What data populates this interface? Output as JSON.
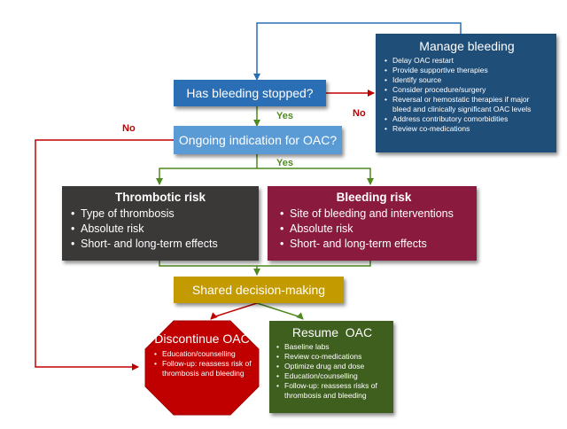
{
  "nodes": {
    "bleeding_stopped": "Has bleeding stopped?",
    "ongoing_indication": "Ongoing indication for OAC?",
    "manage_bleeding": {
      "title": "Manage bleeding",
      "items": [
        "Delay OAC restart",
        "Provide supportive therapies",
        "Identify source",
        "Consider procedure/surgery",
        "Reversal or hemostatic therapies if major bleed and clinically significant OAC levels",
        "Address contributory comorbidities",
        "Review co-medications"
      ]
    },
    "thrombotic_risk": {
      "title": "Thrombotic risk",
      "items": [
        "Type of thrombosis",
        "Absolute risk",
        "Short- and long-term effects"
      ]
    },
    "bleeding_risk": {
      "title": "Bleeding risk",
      "items": [
        "Site of bleeding and interventions",
        "Absolute risk",
        "Short- and long-term effects"
      ]
    },
    "shared_decision": "Shared decision-making",
    "discontinue": {
      "title": "Discontinue OAC",
      "items": [
        "Education/counselling",
        "Follow-up: reassess risk of thrombosis and bleeding"
      ]
    },
    "resume": {
      "title": "Resume  OAC",
      "items": [
        "Baseline labs",
        "Review co-medications",
        "Optimize drug and dose",
        "Education/counselling",
        "Follow-up: reassess risks of thrombosis and bleeding"
      ]
    }
  },
  "edge_labels": {
    "yes_1": "Yes",
    "no_right": "No",
    "yes_2": "Yes",
    "no_left": "No"
  },
  "colors": {
    "primary_blue": "#2a6eb5",
    "light_blue": "#5b9bd5",
    "navy": "#1f4e79",
    "dark_gray": "#3b3838",
    "crimson": "#8b1a3f",
    "gold": "#c39a00",
    "red": "#c00000",
    "dark_green": "#3f5f1f",
    "green_line": "#4e8a1e",
    "yes_text": "#4e8a1e",
    "no_text": "#c00000"
  }
}
